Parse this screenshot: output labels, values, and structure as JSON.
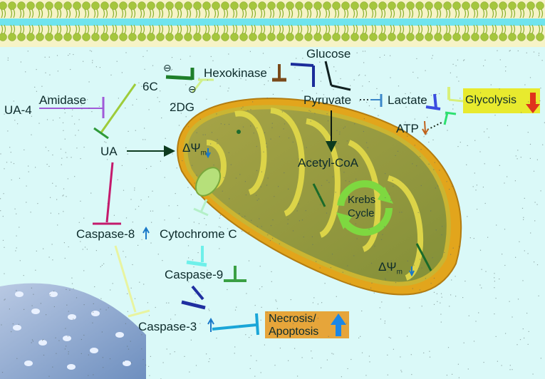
{
  "labels": {
    "glucose": "Glucose",
    "hexokinase": "Hexokinase",
    "six_c": "6C",
    "two_dg": "2DG",
    "pyruvate": "Pyruvate",
    "lactate": "Lactate",
    "glycolysis": "Glycolysis",
    "atp": "ATP",
    "amidase": "Amidase",
    "ua4": "UA-4",
    "ua": "UA",
    "delta_psi": "ΔΨ",
    "delta_psi_sub": "m",
    "acetyl_coa": "Acetyl-CoA",
    "krebs_line1": "Krebs",
    "krebs_line2": "Cycle",
    "caspase8": "Caspase-8",
    "cytochrome_c": "Cytochrome C",
    "caspase9": "Caspase-9",
    "caspase3": "Caspase-3",
    "necrosis": "Necrosis/",
    "apoptosis": "Apoptosis",
    "minus_symbol": "⊖"
  },
  "colors": {
    "background": "#daf9f8",
    "membrane_green": "#9bbf3a",
    "membrane_water": "#6fe4ee",
    "mito_outer": "#e0a21a",
    "mito_inner": "#c5b935",
    "glycolysis_box": "#e8ea2e",
    "necrosis_box": "#e6a53a",
    "red_arrow": "#e0321c",
    "blue_arrow": "#1b87e6"
  }
}
